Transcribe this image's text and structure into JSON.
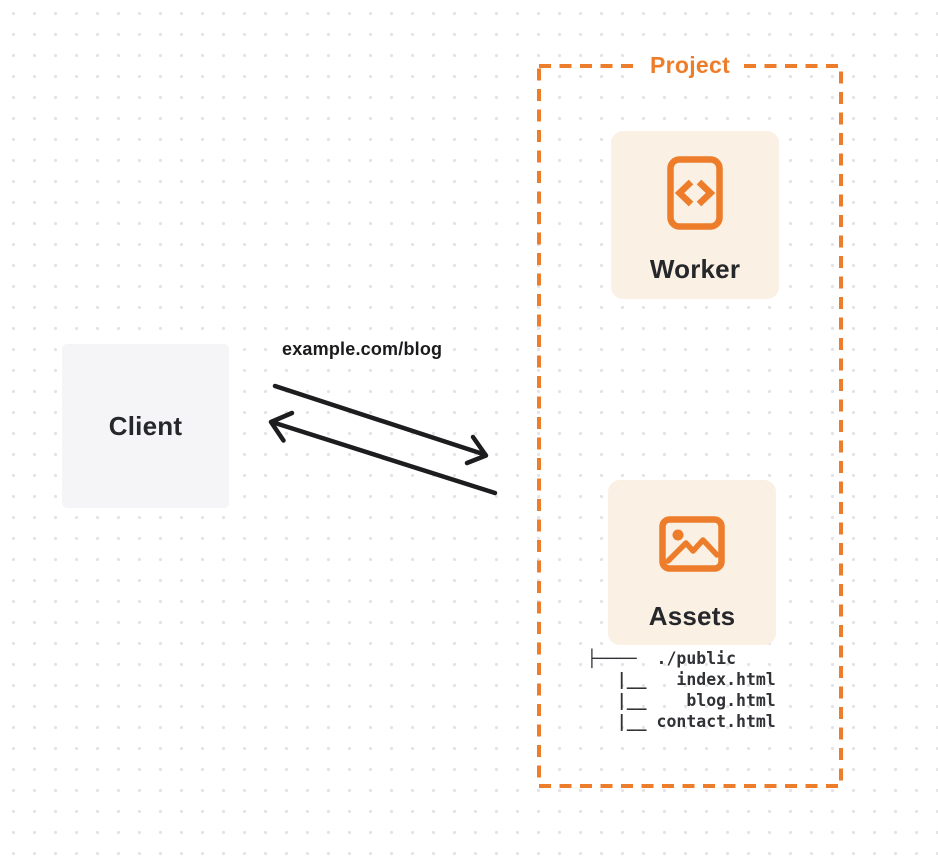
{
  "diagram": {
    "client": {
      "label": "Client"
    },
    "request": {
      "url_label": "example.com/blog"
    },
    "project": {
      "label": "Project",
      "worker": {
        "label": "Worker"
      },
      "assets": {
        "label": "Assets",
        "file_tree": "├────  ./public\n   |__   index.html\n   |__    blog.html\n   |__ contact.html"
      }
    },
    "colors": {
      "accent_orange": "#ed7d2b",
      "card_cream": "#faf0e4",
      "client_gray": "#f5f5f7",
      "ink": "#1d1d1f"
    }
  }
}
